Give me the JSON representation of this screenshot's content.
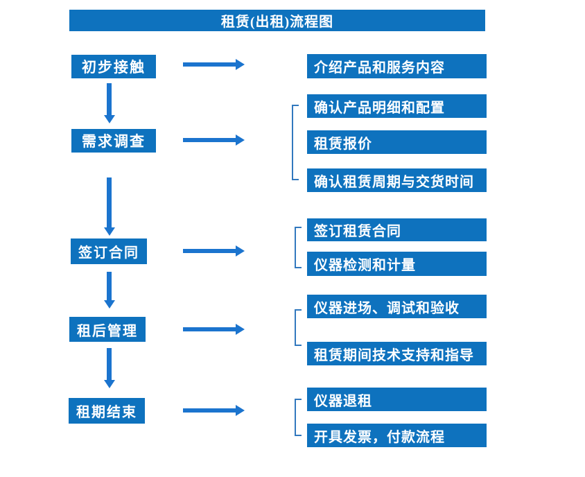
{
  "title": "租赁(出租)流程图",
  "colors": {
    "box_blue": "#0E72BE",
    "arrow_blue": "#1B74CE",
    "bracket_blue": "#3178BE",
    "text_white": "#FFFFFF"
  },
  "flow": {
    "steps": [
      {
        "label": "初步接触"
      },
      {
        "label": "需求调查"
      },
      {
        "label": "签订合同"
      },
      {
        "label": "租后管理"
      },
      {
        "label": "租期结束"
      }
    ],
    "details": [
      {
        "label": "介绍产品和服务内容",
        "group": "初步接触"
      },
      {
        "label": "确认产品明细和配置",
        "group": "需求调查"
      },
      {
        "label": "租赁报价",
        "group": "需求调查"
      },
      {
        "label": "确认租赁周期与交货时间",
        "group": "需求调查"
      },
      {
        "label": "签订租赁合同",
        "group": "签订合同"
      },
      {
        "label": "仪器检测和计量",
        "group": "签订合同"
      },
      {
        "label": "仪器进场、调试和验收",
        "group": "租后管理"
      },
      {
        "label": "租赁期间技术支持和指导",
        "group": "租后管理"
      },
      {
        "label": "仪器退租",
        "group": "租期结束"
      },
      {
        "label": "开具发票，付款流程",
        "group": "租期结束"
      }
    ]
  }
}
